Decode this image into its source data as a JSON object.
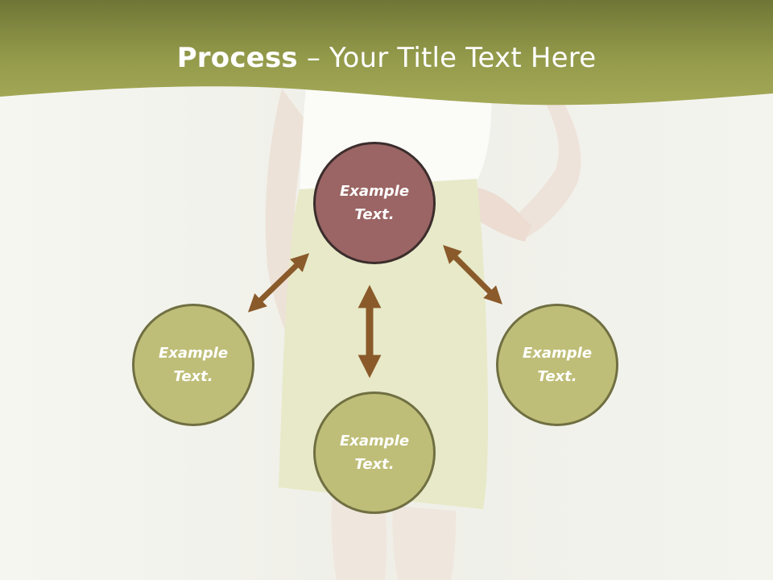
{
  "header": {
    "title_strong": "Process",
    "title_rest": " – Your Title Text Here"
  },
  "diagram": {
    "nodes": [
      {
        "id": "top",
        "label": "Example Text."
      },
      {
        "id": "left",
        "label": "Example Text."
      },
      {
        "id": "right",
        "label": "Example Text."
      },
      {
        "id": "bottom",
        "label": "Example Text."
      }
    ]
  },
  "colors": {
    "header_band": "#99a04e",
    "top_circle": "#9a6564",
    "green_circle": "#bfbe78",
    "arrow": "#8a5a2a",
    "text": "#ffffff"
  },
  "icons": {
    "arrow": "double-headed-arrow"
  }
}
